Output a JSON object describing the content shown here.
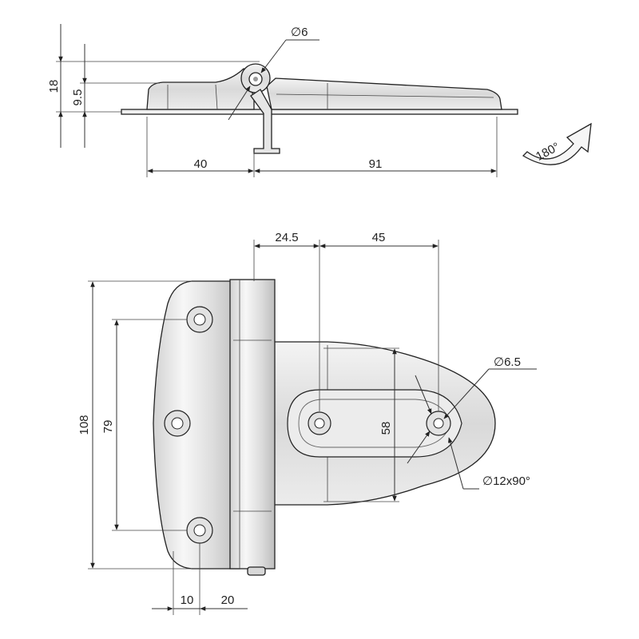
{
  "top_view": {
    "dim_pin_diameter": "∅6",
    "dim_total_height": "18",
    "dim_plate_height": "9.5",
    "dim_left_length": "40",
    "dim_right_length": "91",
    "rotation_label": "180°"
  },
  "front_view": {
    "dim_pin_offset": "24.5",
    "dim_hole_spacing": "45",
    "dim_hole_diameter": "∅6.5",
    "dim_countersink": "∅12x90°",
    "dim_slot_height": "58",
    "dim_total_height": "108",
    "dim_hole_pitch": "79",
    "dim_edge_offset": "10",
    "dim_hole_x": "20"
  }
}
